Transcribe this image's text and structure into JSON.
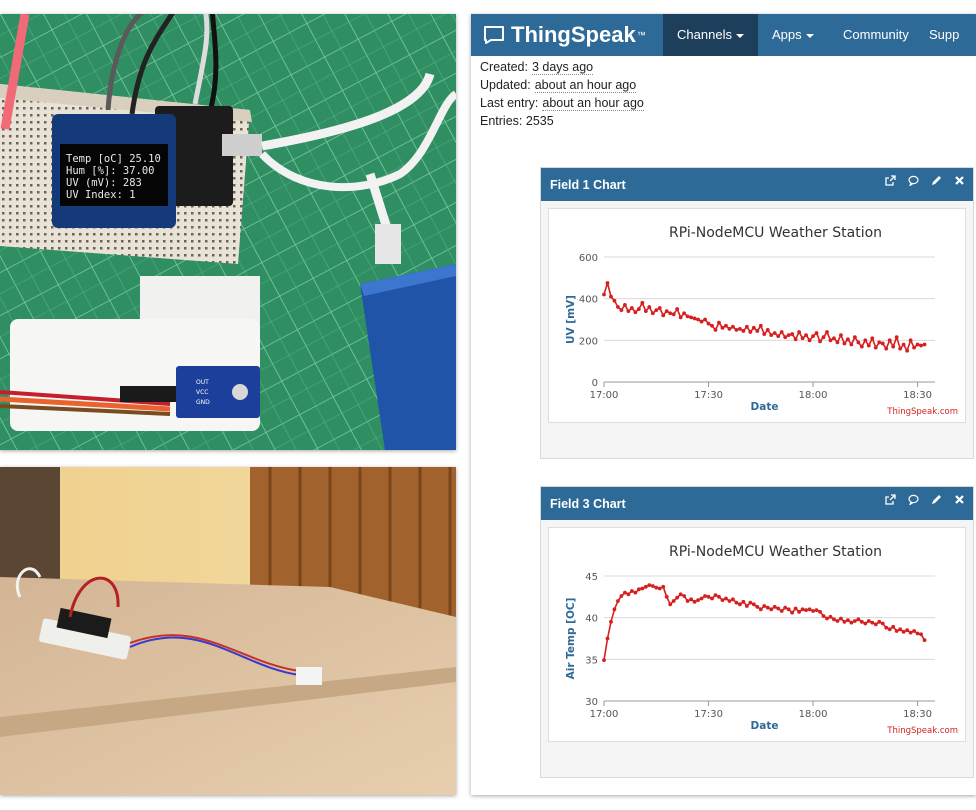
{
  "photos": {
    "top": {
      "oled_lines": [
        "Temp [oC] 25.10",
        "Hum [%]:  37.00",
        "UV (mV):  283",
        "UV Index:  1"
      ],
      "sensor_labels": [
        "OUT",
        "VCC",
        "GND"
      ]
    }
  },
  "navbar": {
    "brand": "ThingSpeak",
    "brand_tm": "™",
    "items": [
      {
        "label": "Channels",
        "dropdown": true,
        "active": true
      },
      {
        "label": "Apps",
        "dropdown": true
      },
      {
        "label": "Community"
      },
      {
        "label": "Supp"
      }
    ]
  },
  "channel_meta": {
    "created_label": "Created:",
    "created_value": "3 days ago",
    "updated_label": "Updated:",
    "updated_value": "about an hour ago",
    "last_entry_label": "Last entry:",
    "last_entry_value": "about an hour ago",
    "entries_label": "Entries:",
    "entries_value": "2535"
  },
  "colors": {
    "nav": "#2e6a97",
    "nav_active": "#1d3f5c",
    "series": "#d62020",
    "axis_title": "#2e6a97"
  },
  "icons": [
    "chat-square-icon",
    "external-link-icon",
    "comment-icon",
    "pencil-icon",
    "close-icon"
  ],
  "panels": [
    {
      "title": "Field 1 Chart",
      "credit": "ThingSpeak.com"
    },
    {
      "title": "Field 3 Chart",
      "credit": "ThingSpeak.com"
    }
  ],
  "chart_data": [
    {
      "type": "line",
      "title": "RPi-NodeMCU Weather Station",
      "xlabel": "Date",
      "ylabel": "UV [mV]",
      "x_ticks": [
        "17:00",
        "17:30",
        "18:00",
        "18:30"
      ],
      "x_tick_minutes": [
        0,
        30,
        60,
        90
      ],
      "y_ticks": [
        0,
        200,
        400,
        600
      ],
      "ylim": [
        0,
        600
      ],
      "xlim_minutes": [
        0,
        95
      ],
      "grid": true,
      "series": [
        {
          "x_minutes": [
            0,
            1,
            2,
            3,
            4,
            5,
            6,
            7,
            8,
            9,
            10,
            11,
            12,
            13,
            14,
            15,
            16,
            17,
            18,
            19,
            20,
            21,
            22,
            23,
            24,
            25,
            26,
            27,
            28,
            29,
            30,
            31,
            32,
            33,
            34,
            35,
            36,
            37,
            38,
            39,
            40,
            41,
            42,
            43,
            44,
            45,
            46,
            47,
            48,
            49,
            50,
            51,
            52,
            53,
            54,
            55,
            56,
            57,
            58,
            59,
            60,
            61,
            62,
            63,
            64,
            65,
            66,
            67,
            68,
            69,
            70,
            71,
            72,
            73,
            74,
            75,
            76,
            77,
            78,
            79,
            80,
            81,
            82,
            83,
            84,
            85,
            86,
            87,
            88,
            89,
            90,
            91,
            92
          ],
          "y": [
            420,
            475,
            410,
            390,
            360,
            345,
            370,
            340,
            355,
            335,
            350,
            380,
            340,
            360,
            330,
            345,
            355,
            320,
            340,
            330,
            325,
            350,
            310,
            330,
            315,
            310,
            305,
            300,
            290,
            300,
            280,
            270,
            250,
            285,
            260,
            270,
            255,
            265,
            250,
            255,
            245,
            265,
            240,
            260,
            245,
            270,
            230,
            250,
            225,
            235,
            220,
            240,
            215,
            225,
            230,
            205,
            240,
            210,
            225,
            200,
            220,
            235,
            195,
            215,
            240,
            200,
            210,
            190,
            225,
            185,
            205,
            180,
            215,
            190,
            170,
            200,
            175,
            210,
            165,
            190,
            185,
            160,
            200,
            170,
            215,
            160,
            180,
            150,
            200,
            165,
            180,
            175,
            180
          ]
        }
      ]
    },
    {
      "type": "line",
      "title": "RPi-NodeMCU Weather Station",
      "xlabel": "Date",
      "ylabel": "Air Temp [OC]",
      "x_ticks": [
        "17:00",
        "17:30",
        "18:00",
        "18:30"
      ],
      "x_tick_minutes": [
        0,
        30,
        60,
        90
      ],
      "y_ticks": [
        30,
        35,
        40,
        45
      ],
      "ylim": [
        30,
        45
      ],
      "xlim_minutes": [
        0,
        95
      ],
      "grid": true,
      "series": [
        {
          "x_minutes": [
            0,
            1,
            2,
            3,
            4,
            5,
            6,
            7,
            8,
            9,
            10,
            11,
            12,
            13,
            14,
            15,
            16,
            17,
            18,
            19,
            20,
            21,
            22,
            23,
            24,
            25,
            26,
            27,
            28,
            29,
            30,
            31,
            32,
            33,
            34,
            35,
            36,
            37,
            38,
            39,
            40,
            41,
            42,
            43,
            44,
            45,
            46,
            47,
            48,
            49,
            50,
            51,
            52,
            53,
            54,
            55,
            56,
            57,
            58,
            59,
            60,
            61,
            62,
            63,
            64,
            65,
            66,
            67,
            68,
            69,
            70,
            71,
            72,
            73,
            74,
            75,
            76,
            77,
            78,
            79,
            80,
            81,
            82,
            83,
            84,
            85,
            86,
            87,
            88,
            89,
            90,
            91,
            92
          ],
          "y": [
            34.9,
            37.5,
            39.5,
            41.0,
            42.0,
            42.6,
            43.0,
            42.8,
            43.2,
            43.0,
            43.4,
            43.5,
            43.7,
            43.9,
            43.8,
            43.6,
            43.5,
            43.7,
            42.5,
            41.6,
            42.0,
            42.4,
            42.8,
            42.6,
            42.0,
            42.2,
            41.9,
            42.1,
            42.3,
            42.6,
            42.5,
            42.3,
            42.7,
            42.5,
            42.1,
            42.3,
            42.0,
            42.2,
            41.8,
            41.6,
            41.9,
            41.4,
            41.8,
            41.6,
            41.3,
            41.0,
            41.4,
            41.2,
            41.0,
            41.3,
            41.1,
            40.8,
            41.2,
            41.0,
            40.6,
            41.1,
            40.7,
            41.0,
            40.9,
            41.0,
            40.8,
            40.9,
            40.7,
            40.2,
            39.9,
            40.1,
            39.8,
            39.6,
            39.9,
            39.5,
            39.7,
            39.4,
            39.6,
            39.8,
            39.5,
            39.3,
            39.6,
            39.4,
            39.2,
            39.5,
            39.3,
            38.8,
            38.6,
            38.9,
            38.4,
            38.6,
            38.3,
            38.5,
            38.2,
            38.4,
            38.1,
            38.0,
            37.3
          ]
        }
      ]
    }
  ]
}
